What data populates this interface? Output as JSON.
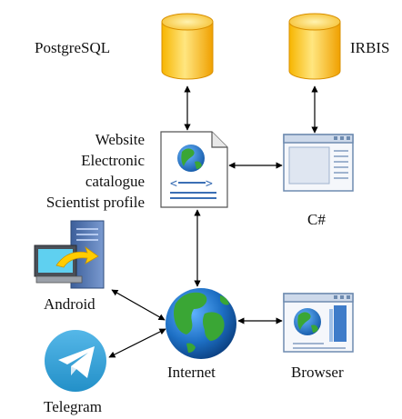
{
  "nodes": {
    "postgresql": {
      "label": "PostgreSQL",
      "icon": "database-cylinder-icon"
    },
    "irbis": {
      "label": "IRBIS",
      "icon": "database-cylinder-icon"
    },
    "website": {
      "label_lines": [
        "Website",
        "Electronic",
        "catalogue",
        "Scientist profile"
      ],
      "icon": "web-document-globe-icon"
    },
    "csharp": {
      "label": "C#",
      "icon": "application-window-icon"
    },
    "android": {
      "label": "Android",
      "icon": "computer-server-icon"
    },
    "internet": {
      "label": "Internet",
      "icon": "globe-icon"
    },
    "browser": {
      "label": "Browser",
      "icon": "browser-window-globe-icon"
    },
    "telegram": {
      "label": "Telegram",
      "icon": "telegram-icon"
    }
  },
  "edges": [
    {
      "from": "postgresql",
      "to": "website",
      "bidirectional": true
    },
    {
      "from": "irbis",
      "to": "csharp",
      "bidirectional": true
    },
    {
      "from": "website",
      "to": "csharp",
      "bidirectional": true
    },
    {
      "from": "website",
      "to": "internet",
      "bidirectional": true
    },
    {
      "from": "android",
      "to": "internet",
      "bidirectional": true
    },
    {
      "from": "telegram",
      "to": "internet",
      "bidirectional": true
    },
    {
      "from": "internet",
      "to": "browser",
      "bidirectional": true
    }
  ],
  "colors": {
    "cylinder_light": "#ffe680",
    "cylinder_dark": "#f2a600",
    "globe_ocean": "#1d6fc4",
    "globe_land": "#3aa635",
    "window_frame": "#6e8bb0",
    "telegram": "#35a3d8",
    "arrow": "#000000"
  }
}
